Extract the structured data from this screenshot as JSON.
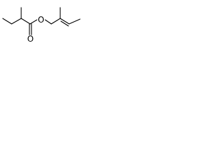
{
  "molecule": {
    "atoms": [
      {
        "id": "a1",
        "element": "C"
      },
      {
        "id": "a2",
        "element": "C"
      },
      {
        "id": "a3",
        "element": "C"
      },
      {
        "id": "a4",
        "element": "C"
      },
      {
        "id": "a5",
        "element": "C"
      },
      {
        "id": "a6",
        "element": "O",
        "label": "O",
        "carbonyl": true
      },
      {
        "id": "a7",
        "element": "O",
        "label": "O"
      },
      {
        "id": "a8",
        "element": "C"
      },
      {
        "id": "a9",
        "element": "C"
      },
      {
        "id": "a10",
        "element": "C"
      },
      {
        "id": "a11",
        "element": "C"
      },
      {
        "id": "a12",
        "element": "C"
      }
    ],
    "bonds": [
      {
        "from": "a1",
        "to": "a2",
        "order": 1
      },
      {
        "from": "a2",
        "to": "a3",
        "order": 1
      },
      {
        "from": "a3",
        "to": "a4",
        "order": 1
      },
      {
        "from": "a3",
        "to": "a5",
        "order": 1
      },
      {
        "from": "a5",
        "to": "a6",
        "order": 2
      },
      {
        "from": "a5",
        "to": "a7",
        "order": 1
      },
      {
        "from": "a7",
        "to": "a8",
        "order": 1
      },
      {
        "from": "a8",
        "to": "a9",
        "order": 1
      },
      {
        "from": "a9",
        "to": "a10",
        "order": 2
      },
      {
        "from": "a10",
        "to": "a11",
        "order": 1
      },
      {
        "from": "a9",
        "to": "a12",
        "order": 1
      }
    ]
  }
}
